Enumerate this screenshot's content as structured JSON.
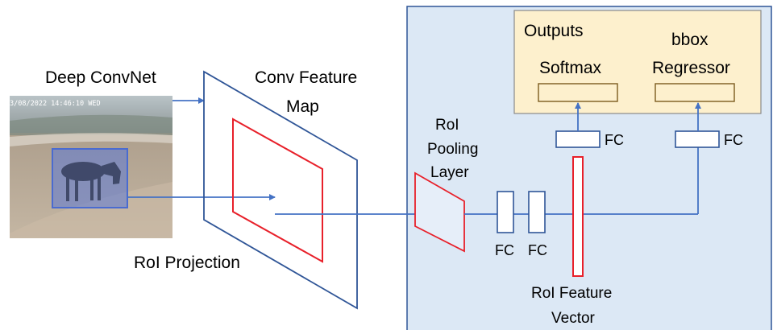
{
  "colors": {
    "panel_fill": "#dce8f5",
    "panel_stroke": "#2f5597",
    "output_fill": "#fdf0cd",
    "output_stroke": "#8a8a8a",
    "line": "#4472c4",
    "box_stroke": "#2f5597",
    "red": "#e8202a",
    "roi_fill": "#e6eef9",
    "photo_bbox": "#4a6bd0"
  },
  "labels": {
    "deep_convnet": "Deep ConvNet",
    "conv_feature_map_line1": "Conv Feature",
    "conv_feature_map_line2": "Map",
    "roi_projection": "RoI Projection",
    "roi_pooling_line1": "RoI",
    "roi_pooling_line2": "Pooling",
    "roi_pooling_line3": "Layer",
    "fc_left": "FC",
    "fc_right": "FC",
    "fc_softmax": "FC",
    "fc_bbox": "FC",
    "roi_feature_vector_line1": "RoI Feature",
    "roi_feature_vector_line2": "Vector",
    "outputs": "Outputs",
    "softmax": "Softmax",
    "bbox_line1": "bbox",
    "bbox_line2": "Regressor",
    "photo_timestamp": "3/08/2022 14:46:10 WED"
  }
}
